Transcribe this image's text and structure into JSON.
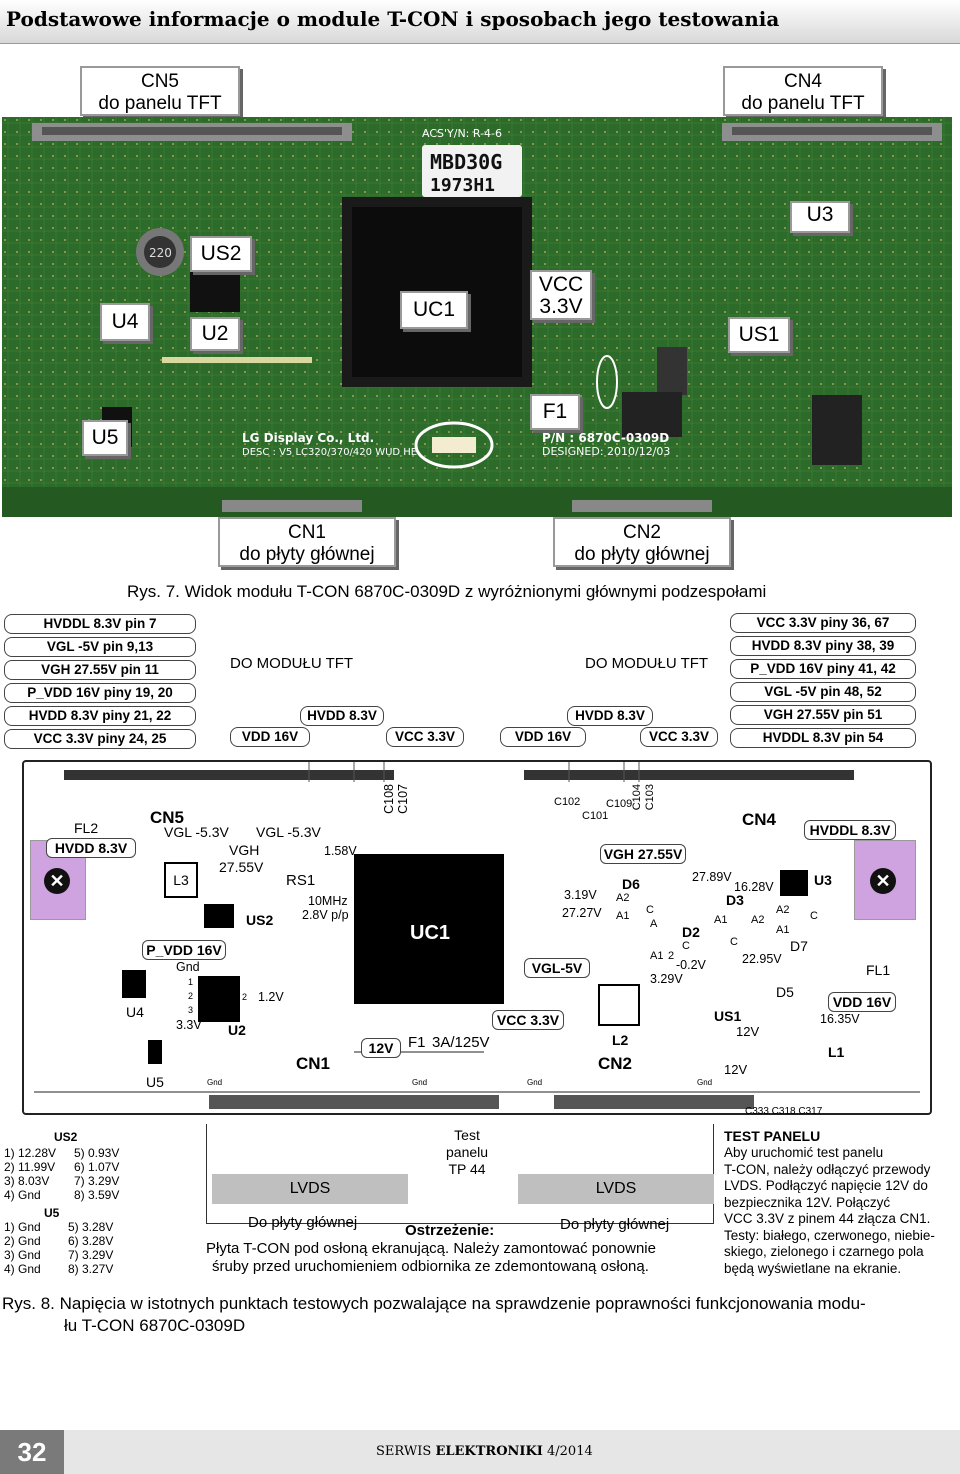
{
  "header": {
    "title": "Podstawowe informacje o module T-CON i sposobach jego testowania"
  },
  "photo": {
    "callouts": {
      "cn5_1": "CN5",
      "cn5_2": "do panelu TFT",
      "cn4_1": "CN4",
      "cn4_2": "do panelu TFT",
      "cn1_1": "CN1",
      "cn1_2": "do płyty głównej",
      "cn2_1": "CN2",
      "cn2_2": "do płyty głównej"
    },
    "labels": {
      "u3": "U3",
      "us2": "US2",
      "u4": "U4",
      "u2": "U2",
      "uc1": "UC1",
      "vcc1": "VCC",
      "vcc2": "3.3V",
      "us1": "US1",
      "f1": "F1",
      "u5": "U5"
    },
    "pcb": {
      "model": "MBD30G",
      "num": "1973H1",
      "lgtext": "LG Display Co., Ltd.",
      "desc": "DESC : V5 LC320/370/420 WUD HE",
      "pn": "P/N : 6870C-0309D",
      "designed": "DESIGNED: 2010/12/03",
      "pcbref": "ACS'Y/N: R-4-6",
      "ind": "220"
    }
  },
  "caption7": "Rys. 7. Widok modułu T-CON 6870C-0309D z wyróżnionymi głównymi podzespołami",
  "left_labels": [
    "HVDDL 8.3V pin 7",
    "VGL -5V pin 9,13",
    "VGH 27.55V pin 11",
    "P_VDD 16V piny 19, 20",
    "HVDD 8.3V piny 21, 22",
    "VCC 3.3V piny 24, 25"
  ],
  "right_labels": [
    "VCC 3.3V piny 36, 67",
    "HVDD 8.3V piny 38, 39",
    "P_VDD 16V piny 41, 42",
    "VGL -5V pin 48, 52",
    "VGH 27.55V pin 51",
    "HVDDL 8.3V pin 54"
  ],
  "tft": {
    "left": "DO MODUŁU TFT",
    "right": "DO MODUŁU TFT",
    "hvdd_l": "HVDD 8.3V",
    "vdd_l": "VDD 16V",
    "vcc_l": "VCC 3.3V",
    "hvdd_r": "HVDD 8.3V",
    "vdd_r": "VDD 16V",
    "vcc_r": "VCC 3.3V"
  },
  "schem": {
    "fl2": "FL2",
    "hvdd": "HVDD 8.3V",
    "cn5": "CN5",
    "vgl1": "VGL -5.3V",
    "vgl2": "VGL -5.3V",
    "vgh": "VGH",
    "vgh2": "27.55V",
    "rs1": "RS1",
    "v158": "1.58V",
    "c108": "C108",
    "c107": "C107",
    "mhz": "10MHz",
    "pp": "2.8V p/p",
    "l3": "L3",
    "us2": "US2",
    "uc1": "UC1",
    "pvdd": "P_VDD 16V",
    "gnd": "Gnd",
    "p1": "1",
    "p2": "2",
    "p3": "3",
    "p2b": "2",
    "v12": "1.2V",
    "v33": "3.3V",
    "u2": "U2",
    "u4": "U4",
    "u5": "U5",
    "cn1": "CN1",
    "v12b": "12V",
    "f1": "F1",
    "f1v": "3A/125V",
    "vcc33": "VCC 3.3V",
    "vgl5": "VGL-5V",
    "c102": "C102",
    "c101": "C101",
    "c109": "C109",
    "c104": "C104",
    "c103": "C103",
    "vgh2755": "VGH 27.55V",
    "d6": "D6",
    "v319": "3.19V",
    "v2727": "27.27V",
    "a2": "A2",
    "a1": "A1",
    "cc": "C",
    "aa": "A",
    "d2": "D2",
    "c2": "C",
    "a1b": "A1",
    "n2": "2",
    "vm02": "-0.2V",
    "v329": "3.29V",
    "v2789": "27.89V",
    "v1628": "16.28V",
    "d3": "D3",
    "a1c": "A1",
    "a2b": "A2",
    "a2c": "A2",
    "a1d": "A1",
    "cc2": "C",
    "cc3": "C",
    "v2295": "22.95V",
    "d7": "D7",
    "cn4": "CN4",
    "hvddl": "HVDDL 8.3V",
    "u3": "U3",
    "fl1": "FL1",
    "vdd16": "VDD 16V",
    "d5": "D5",
    "us1": "US1",
    "v12c": "12V",
    "v1635": "16.35V",
    "l1": "L1",
    "l2": "L2",
    "cn2": "CN2",
    "v12d": "12V",
    "gnd1": "Gnd",
    "gnd2": "Gnd",
    "gnd3": "Gnd",
    "gnd4": "Gnd",
    "caps": "C333 C318 C317"
  },
  "bottom": {
    "us2_title": "US2",
    "us2": [
      "1) 12.28V",
      "2) 11.99V",
      "3) 8.03V",
      "4) Gnd"
    ],
    "us2b": [
      "5) 0.93V",
      "6) 1.07V",
      "7) 3.29V",
      "8) 3.59V"
    ],
    "u5_title": "U5",
    "u5": [
      "1) Gnd",
      "2) Gnd",
      "3) Gnd",
      "4) Gnd"
    ],
    "u5b": [
      "5) 3.28V",
      "6) 3.28V",
      "7) 3.29V",
      "8) 3.27V"
    ],
    "lvds1": "LVDS",
    "lvds2": "LVDS",
    "test1": "Test",
    "test2": "panelu",
    "test3": "TP 44",
    "dpg1": "Do płyty głównej",
    "dpg2": "Do płyty głównej",
    "warn_title": "Ostrzeżenie:",
    "warn1": "Płyta T-CON pod osłoną ekranującą. Należy zamontować ponownie",
    "warn2": "śruby  przed uruchomieniem odbiornika ze zdemontowaną osłoną.",
    "tp_title": "TEST PANELU",
    "tp": [
      "Aby uruchomić test panelu",
      "T-CON, należy odłączyć przewody",
      "LVDS. Podłączyć napięcie 12V do",
      "bezpiecznika 12V. Połączyć",
      "VCC 3.3V z pinem 44 złącza CN1.",
      "Testy: białego, czerwonego, niebie-",
      "skiego, zielonego i czarnego pola",
      "będą wyświetlane na ekranie."
    ]
  },
  "caption8_1": "Rys. 8. Napięcia w istotnych punktach testowych pozwalające na sprawdzenie poprawności funkcjonowania modu-",
  "caption8_2": "łu T-CON 6870C-0309D",
  "footer": {
    "page": "32",
    "mag1": "SERWIS",
    "mag2": "ELEKTRONIKI",
    "issue": "4/2014"
  }
}
